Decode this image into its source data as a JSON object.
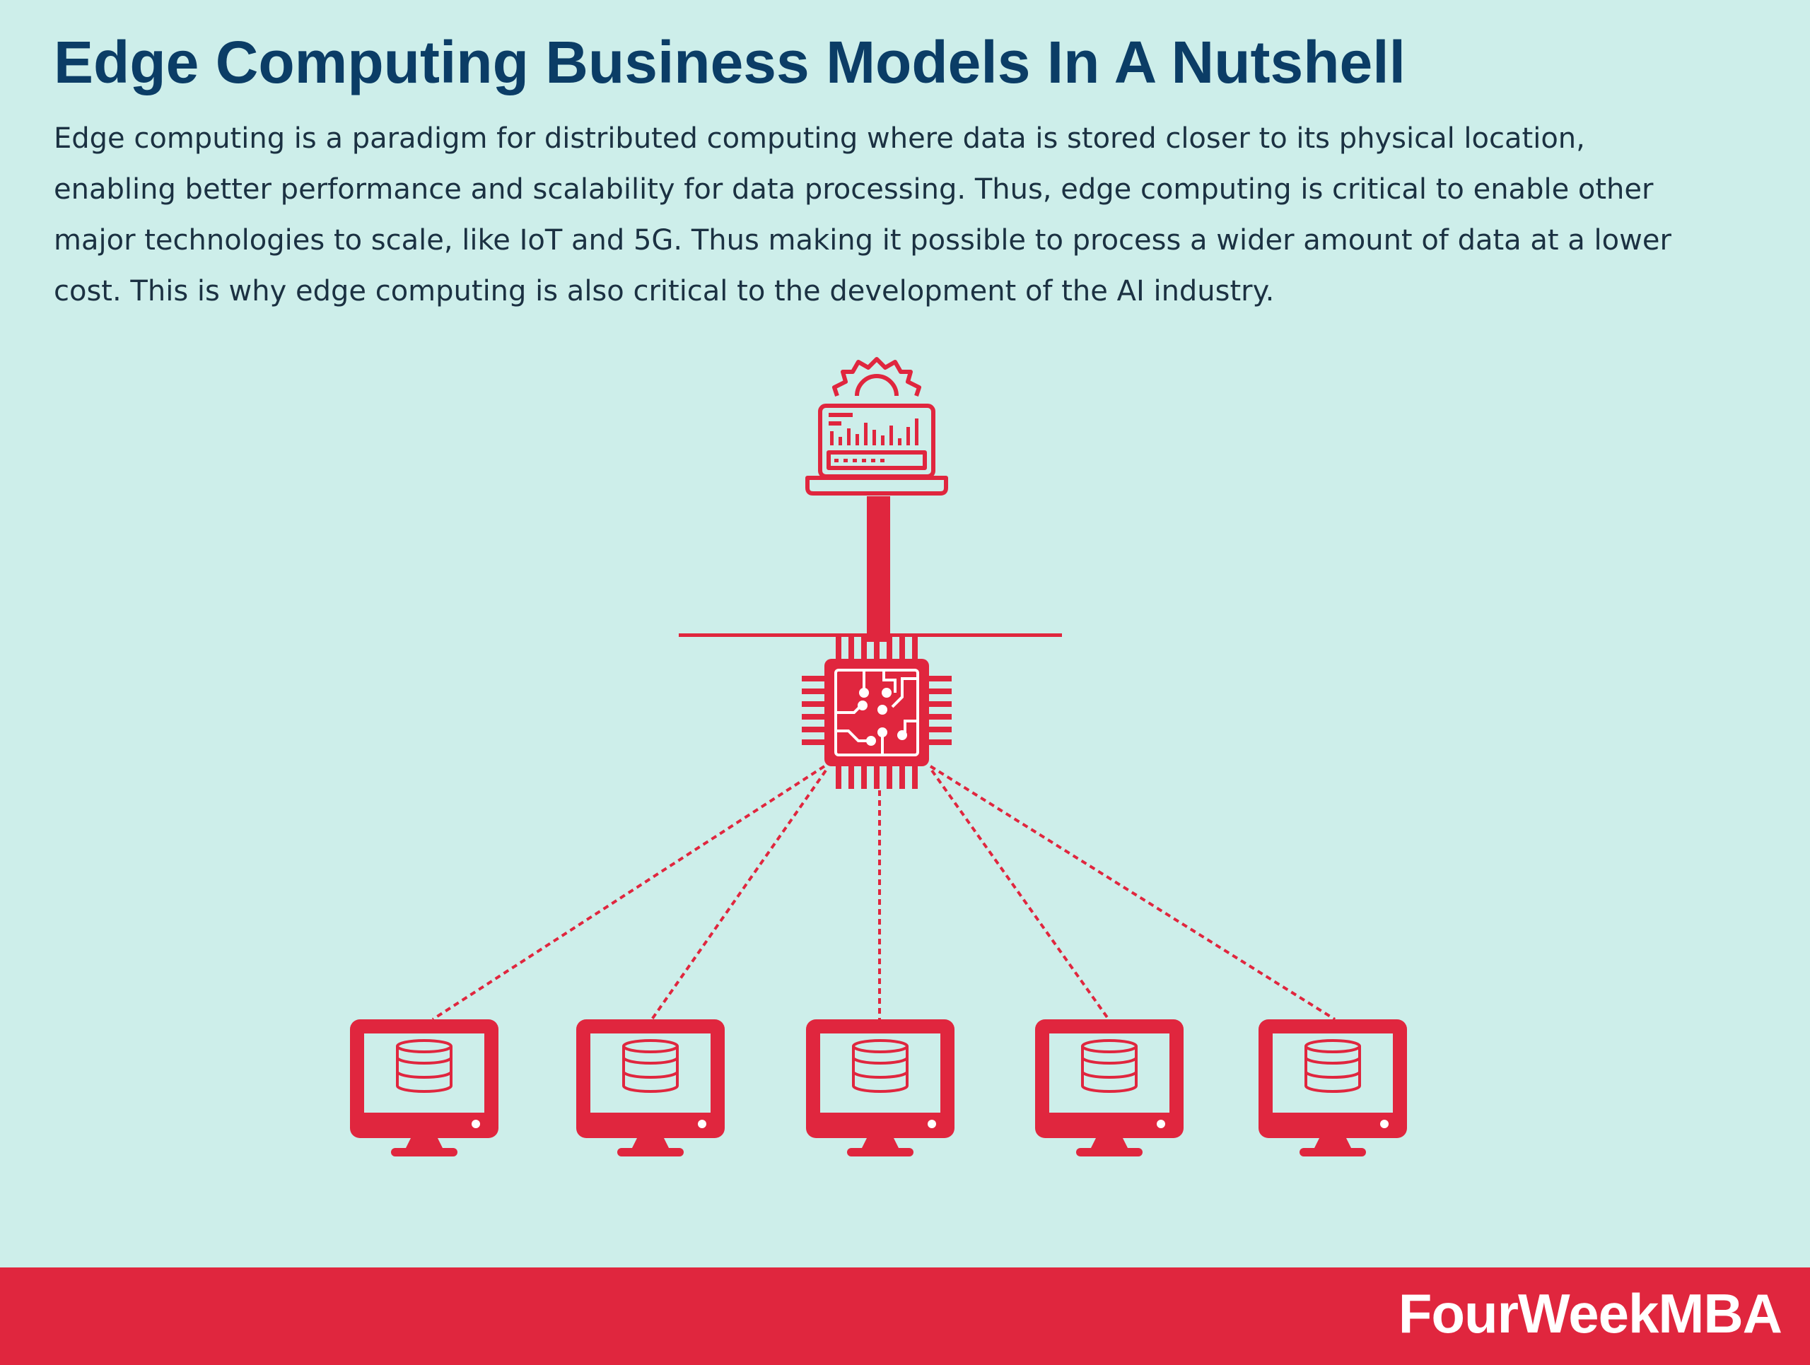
{
  "header": {
    "title": "Edge Computing Business Models In A Nutshell",
    "description": "Edge computing is a paradigm for distributed computing where data is stored closer to its physical location, enabling better performance and scalability for data processing. Thus, edge computing is critical to enable other major technologies to scale, like IoT and 5G. Thus making it possible to process a wider amount of data at a lower cost. This is why edge computing is also critical to the development of the AI industry."
  },
  "diagram": {
    "nodes": [
      {
        "id": "central",
        "icon": "laptop-gear-analytics-icon"
      },
      {
        "id": "edge",
        "icon": "processor-chip-icon"
      },
      {
        "id": "device-1",
        "icon": "monitor-database-icon"
      },
      {
        "id": "device-2",
        "icon": "monitor-database-icon"
      },
      {
        "id": "device-3",
        "icon": "monitor-database-icon"
      },
      {
        "id": "device-4",
        "icon": "monitor-database-icon"
      },
      {
        "id": "device-5",
        "icon": "monitor-database-icon"
      }
    ],
    "edges": [
      {
        "from": "central",
        "to": "edge",
        "style": "solid"
      },
      {
        "from": "edge",
        "to": "device-1",
        "style": "dashed"
      },
      {
        "from": "edge",
        "to": "device-2",
        "style": "dashed"
      },
      {
        "from": "edge",
        "to": "device-3",
        "style": "dashed"
      },
      {
        "from": "edge",
        "to": "device-4",
        "style": "dashed"
      },
      {
        "from": "edge",
        "to": "device-5",
        "style": "dashed"
      }
    ]
  },
  "colors": {
    "background": "#cdeeea",
    "accent": "#e0263e",
    "title": "#0b3d66",
    "text": "#1b3142"
  },
  "footer": {
    "brand": "FourWeekMBA"
  }
}
